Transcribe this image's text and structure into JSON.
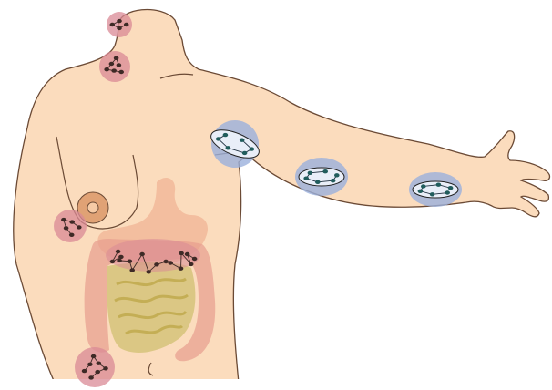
{
  "colors": {
    "background": "#ffffff",
    "skin": "#fbdcbd",
    "skin_outline": "#6b4a35",
    "nipple": "#e0a275",
    "pink_zone": "#d98a96",
    "blue_zone": "#9bb0dc",
    "node_dark": "#3e2a26",
    "node_teal": "#215c5c",
    "stomach": "#f1b99a",
    "colon": "#e79c8e",
    "small_intestine": "#d3c276",
    "small_intestine_loops": "#c4ae55"
  },
  "regions": [
    {
      "id": "neck-node-cluster",
      "zone": "pink",
      "node_count": 4
    },
    {
      "id": "supraclavicular-node-cluster",
      "zone": "pink",
      "node_count": 6
    },
    {
      "id": "axillary-node-cluster",
      "zone": "pink",
      "node_count": 5
    },
    {
      "id": "abdominal-node-chain",
      "zone": "pink",
      "node_count": 16
    },
    {
      "id": "inguinal-node-cluster",
      "zone": "pink",
      "node_count": 7
    },
    {
      "id": "shoulder-lymphatic-section",
      "zone": "blue",
      "node_count": 6
    },
    {
      "id": "upper-arm-lymphatic-section",
      "zone": "blue",
      "node_count": 6
    },
    {
      "id": "forearm-lymphatic-section",
      "zone": "blue",
      "node_count": 6
    }
  ]
}
